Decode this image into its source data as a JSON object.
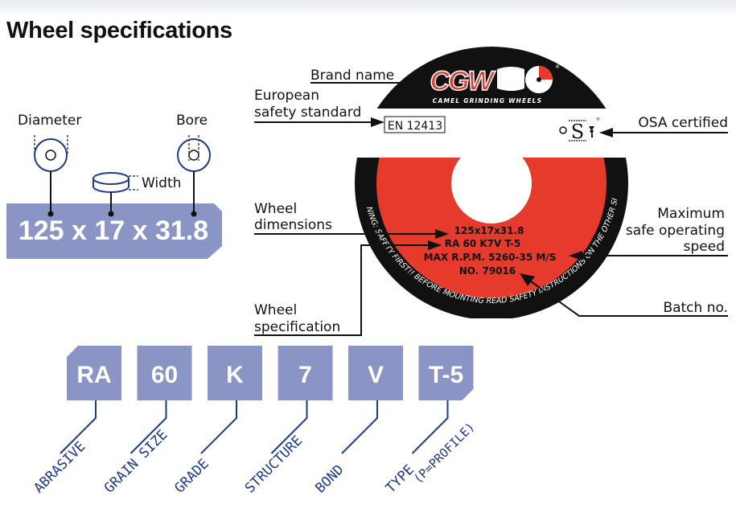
{
  "title": "Wheel specifications",
  "size_labels": {
    "diameter": "Diameter",
    "bore": "Bore",
    "width": "Width"
  },
  "size_value": "125 x 17 x 31.8",
  "labels": {
    "brand_name": "Brand name",
    "european_1": "European",
    "european_2": "safety standard",
    "osa": "OSA certified",
    "wheel_dim_1": "Wheel",
    "wheel_dim_2": "dimensions",
    "max_1": "Maximum",
    "max_2": "safe operating",
    "max_3": "speed",
    "wheel_spec_1": "Wheel",
    "wheel_spec_2": "specification",
    "batch": "Batch no."
  },
  "en_standard": "EN 12413",
  "wheel_top": {
    "logo": "CGW",
    "tagline": "CAMEL GRINDING WHEELS"
  },
  "wheel_label": {
    "line1": "125x17x31.8",
    "line2": "RA 60 K7V T-5",
    "line3": "MAX R.P.M. 5260-35 M/S",
    "line4": "NO. 79016",
    "warning": "WARNING: SAFETY FIRST!! BEFORE MOUNTING READ SAFETY INSTRUCTIONS ON THE OTHER SIDE!!"
  },
  "spec_codes": [
    {
      "code": "RA",
      "caption": "ABRASIVE"
    },
    {
      "code": "60",
      "caption": "GRAIN SIZE"
    },
    {
      "code": "K",
      "caption": "GRADE"
    },
    {
      "code": "7",
      "caption": "STRUCTURE"
    },
    {
      "code": "V",
      "caption": "BOND"
    },
    {
      "code": "T-5",
      "caption": "TYPE",
      "caption2": "(P=PROFILE)"
    }
  ],
  "colors": {
    "badge": "#8a95c6",
    "wheel_red": "#e53a2c",
    "wheel_black": "#111111"
  }
}
